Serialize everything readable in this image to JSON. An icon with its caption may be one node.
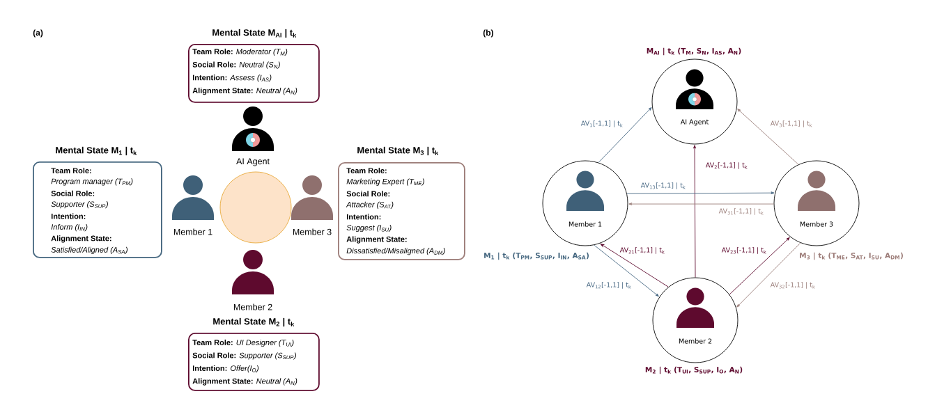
{
  "diagram": {
    "nodes": [
      {
        "text": [
          "Mental State M$_{AI}$ | t$_{k}$",
          "Team Role:",
          "Moderator (T$_{M}$)",
          "Social Role:",
          "Neutral (S$_{N}$)",
          "Intention:",
          "Assess (I$_{AS}$)",
          "Alignment State:",
          "Neutral (A$_{N}$)"
        ]
      },
      {
        "text": [
          "AI Agent"
        ]
      },
      {
        "text": [
          "Mental State M$_{1}$ | t$_{k}$",
          "Team Role:",
          "Program manager (T$_{PM}$)",
          "Social Role:",
          "Supporter (S$_{SUP}$)",
          "Intention:",
          "Inform (I$_{IN}$)",
          "Alignment State:",
          "Satisfied/Aligned (A$_{SA}$)"
        ]
      },
      {
        "text": [
          "Member 1"
        ]
      },
      {
        "text": [
          "Member 3"
        ]
      },
      {
        "text": [
          "Mental State M$_{3}$ | t$_{k}$",
          "Team Role:",
          "Marketing Expert (T$_{ME}$)",
          "Social Role:",
          "Attacker (S$_{AT}$)",
          "Intention:",
          "Suggest (I$_{SU}$)",
          "Alignment State:",
          "Dissatisfied/Misaligned (A$_{DM}$)"
        ]
      },
      {
        "text": [
          "Member 2"
        ]
      },
      {
        "text": [
          "Mental State M$_{2}$ | t$_{k}$",
          "Team Role:",
          "UI Designer (T$_{UI}$)",
          "Social Role:",
          "Supporter (S$_{SUP}$)",
          "Intention:",
          "Offer(I$_{O}$)",
          "Alignment State:",
          "Neutral (A$_{N}$)"
        ]
      },
      {
        "text": [
          "AI Agent"
        ],
        "beside": [
          "M$_{AI}$ | t$_{k}$ (T$_{M}$, S$_{N}$, I$_{AS}$, A$_{N}$)"
        ]
      },
      {
        "text": [
          "Member 1"
        ],
        "beside": [
          "M$_{1}$ | t$_{k}$ (T$_{PM}$, S$_{SUP}$, I$_{IN}$, A$_{SA}$)"
        ]
      },
      {
        "text": [
          "Member 3"
        ],
        "beside": [
          "M$_{3}$ | t$_{k}$ (T$_{ME}$, S$_{AT}$, I$_{SU}$, A$_{DM}$)"
        ]
      },
      {
        "text": [
          "Member 2"
        ],
        "beside": [
          "M$_{2}$ | t$_{k}$ (T$_{UI}$, S$_{SUP}$, I$_{O}$, A$_{N}$)"
        ]
      }
    ],
    "edges": [
      {
        "from": 9,
        "to": 8,
        "arrow": "to",
        "label": "AV$_{1}$[-1,1] | t$_{k}$",
        "color": "#4a6a85"
      },
      {
        "from": 10,
        "to": 8,
        "arrow": "to",
        "label": "AV$_{3}$[-1,1] | t$_{k}$",
        "color": "#9c807c"
      },
      {
        "from": 11,
        "to": 8,
        "arrow": "to",
        "label": "AV$_{2}$[-1,1] | t$_{k}$",
        "color": "#5e0a2e"
      },
      {
        "from": 9,
        "to": 10,
        "arrow": "to",
        "label": "AV$_{13}$[-1,1] | t$_{k}$",
        "color": "#4a6a85"
      },
      {
        "from": 10,
        "to": 9,
        "arrow": "to",
        "label": "AV$_{31}$[-1,1] | t$_{k}$",
        "color": "#9c807c"
      },
      {
        "from": 11,
        "to": 9,
        "arrow": "to",
        "label": "AV$_{21}$[-1,1] | t$_{k}$",
        "color": "#5e0a2e"
      },
      {
        "from": 9,
        "to": 11,
        "arrow": "to",
        "label": "AV$_{12}$[-1,1] | t$_{k}$",
        "color": "#4a6a85"
      },
      {
        "from": 11,
        "to": 10,
        "arrow": "to",
        "label": "AV$_{23}$[-1,1] | t$_{k}$",
        "color": "#5e0a2e"
      },
      {
        "from": 10,
        "to": 11,
        "arrow": "to",
        "label": "AV$_{32}$[-1,1] | t$_{k}$",
        "color": "#9c807c"
      }
    ],
    "labels": [
      "(a)",
      "(b)"
    ]
  }
}
